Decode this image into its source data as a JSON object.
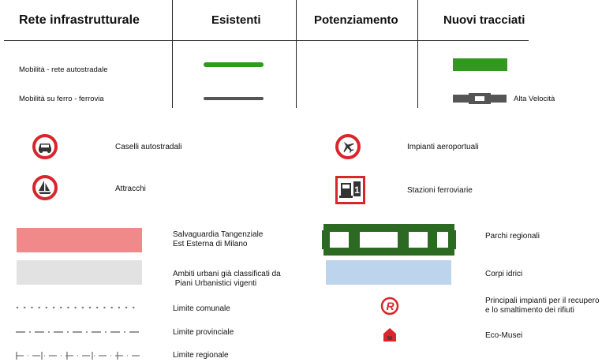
{
  "table": {
    "headers": {
      "col1": "Rete infrastrutturale",
      "col2": "Esistenti",
      "col3": "Potenziamento",
      "col4": "Nuovi tracciati"
    },
    "rows": [
      {
        "label": "Mobilità - rete autostradale"
      },
      {
        "label": "Mobilità su ferro - ferrovia",
        "extra": "Alta Velocità"
      }
    ]
  },
  "icons_left": [
    {
      "label": "Caselli autostradali",
      "icon": "car-icon"
    },
    {
      "label": "Attracchi",
      "icon": "sailboat-icon"
    }
  ],
  "icons_right": [
    {
      "label": "Impianti aeroportuali",
      "icon": "airplane-icon"
    },
    {
      "label": "Stazioni ferroviarie",
      "icon": "train-station-icon"
    }
  ],
  "legend_left": [
    {
      "line1": "Salvaguardia Tangenziale",
      "line2": "Est Esterna di Milano"
    },
    {
      "line1": "Ambiti urbani già classificati da",
      "line2": " Piani Urbanistici vigenti"
    },
    {
      "line1": "Limite comunale"
    },
    {
      "line1": "Limite provinciale"
    },
    {
      "line1": "Limite regionale"
    }
  ],
  "legend_right": [
    {
      "line1": "Parchi regionali"
    },
    {
      "line1": "Corpi idrici"
    },
    {
      "line1": "Principali impianti per il recupero",
      "line2": "e lo smaltimento dei rifiuti"
    },
    {
      "line1": "Eco-Musei"
    }
  ],
  "colors": {
    "green": "#2f9a1e",
    "dark_grey": "#555555",
    "red": "#d9262c",
    "pink": "#f08a8a",
    "light_grey": "#e2e2e2",
    "dark_green": "#2c6a24",
    "light_blue": "#bcd5ec"
  }
}
